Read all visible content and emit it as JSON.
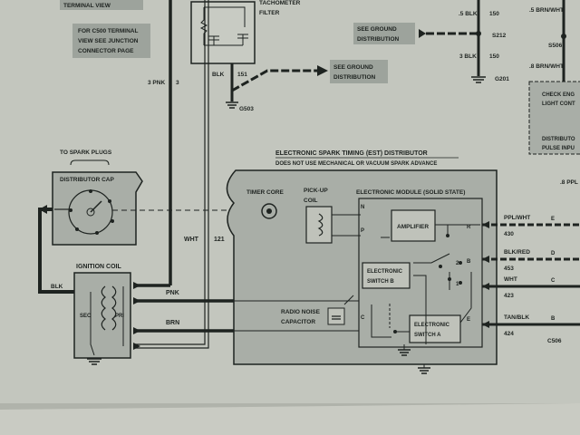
{
  "colors": {
    "paper": "#c3c6be",
    "label_box": "#9da39c",
    "ink": "#1e2320",
    "gray_box": "#a9aea7",
    "page_edge": "#d2d4cd"
  },
  "top_left": {
    "view_label": "TERMINAL VIEW",
    "note_lines": [
      "FOR C500 TERMINAL",
      "VIEW SEE JUNCTION",
      "CONNECTOR PAGE"
    ]
  },
  "tach": {
    "lines": [
      "TACHOMETER",
      "FILTER"
    ],
    "wire_color": "BLK",
    "wire_num": "151",
    "ground_ref": "G503"
  },
  "ground_dist_1": {
    "lines": [
      "SEE GROUND",
      "DISTRIBUTION"
    ]
  },
  "ground_dist_2": {
    "lines": [
      "SEE GROUND",
      "DISTRIBUTION"
    ]
  },
  "wire_3pnk": {
    "color": "3 PNK",
    "num": "3"
  },
  "right_top": {
    "w1_color": ".5 BLK",
    "w1_num": "150",
    "splice": "S212",
    "w2_color": "3 BLK",
    "w2_num": "150",
    "ground": "G201",
    "far_a": ".5 BRN/WHT",
    "far_b": "S506",
    "far_c": ".8 BRN/WHT",
    "box_line1": "CHECK ENG",
    "box_line2": "LIGHT CONT",
    "box_line3": "DISTRIBUTO",
    "box_line4": "PULSE INPU",
    "pp_label": ".8 PPL"
  },
  "spark": {
    "label": "TO SPARK PLUGS",
    "cap_label": "DISTRIBUTOR CAP"
  },
  "coil": {
    "label": "IGNITION COIL",
    "sec": "SEC",
    "pri": "PRI",
    "in_wire": "BLK"
  },
  "wires": {
    "pnk": "PNK",
    "brn": "BRN",
    "wht": "WHT",
    "wht_num": "121"
  },
  "est": {
    "title": "ELECTRONIC SPARK TIMING (EST) DISTRIBUTOR",
    "subtitle": "DOES NOT USE MECHANICAL OR VACUUM SPARK ADVANCE",
    "timer_core": "TIMER CORE",
    "pickup_lines": [
      "PICK-UP",
      "COIL"
    ],
    "module": "ELECTRONIC MODULE (SOLID STATE)",
    "amplifier": "AMPLIFIER",
    "switch_b_lines": [
      "ELECTRONIC",
      "SWITCH B"
    ],
    "switch_a_lines": [
      "ELECTRONIC",
      "SWITCH A"
    ],
    "radio_lines": [
      "RADIO NOISE",
      "CAPACITOR"
    ],
    "term_n": "N",
    "term_p": "P",
    "term_c": "C",
    "term_r": "R",
    "term_b": "B",
    "term_e": "E",
    "term_2": "2",
    "term_1": "1"
  },
  "out_wires": [
    {
      "color": "PPL/WHT",
      "num": "430",
      "letter": "E"
    },
    {
      "color": "BLK/RED",
      "num": "453",
      "letter": "D"
    },
    {
      "color": "WHT",
      "num": "423",
      "letter": "C"
    },
    {
      "color": "TAN/BLK",
      "num": "424",
      "letter": "B"
    }
  ],
  "connector": "C506"
}
